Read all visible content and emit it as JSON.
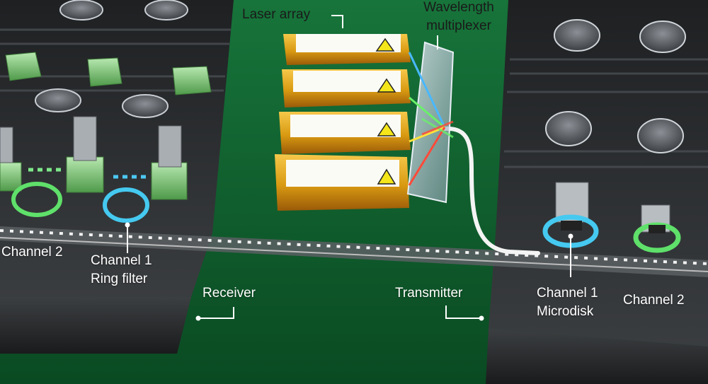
{
  "labels": {
    "laser_array": "Laser array",
    "wavelength_multiplexer_1": "Wavelength",
    "wavelength_multiplexer_2": "multiplexer",
    "receiver": "Receiver",
    "transmitter": "Transmitter",
    "rx_channel_2": "Channel 2",
    "rx_channel_1": "Channel 1",
    "rx_ring_filter": "Ring filter",
    "tx_channel_1": "Channel 1",
    "tx_microdisk": "Microdisk",
    "tx_channel_2": "Channel 2"
  },
  "colors": {
    "board": "#0d5a2b",
    "chip": "#2a2d2f",
    "laser_gold": "#e0a018",
    "ring_green": "#5fe06a",
    "ring_cyan": "#45c9f0",
    "beam_red": "#ff4a3a",
    "beam_yellow": "#ffe23a",
    "beam_green": "#6af06a",
    "beam_blue": "#4ab8ff"
  }
}
